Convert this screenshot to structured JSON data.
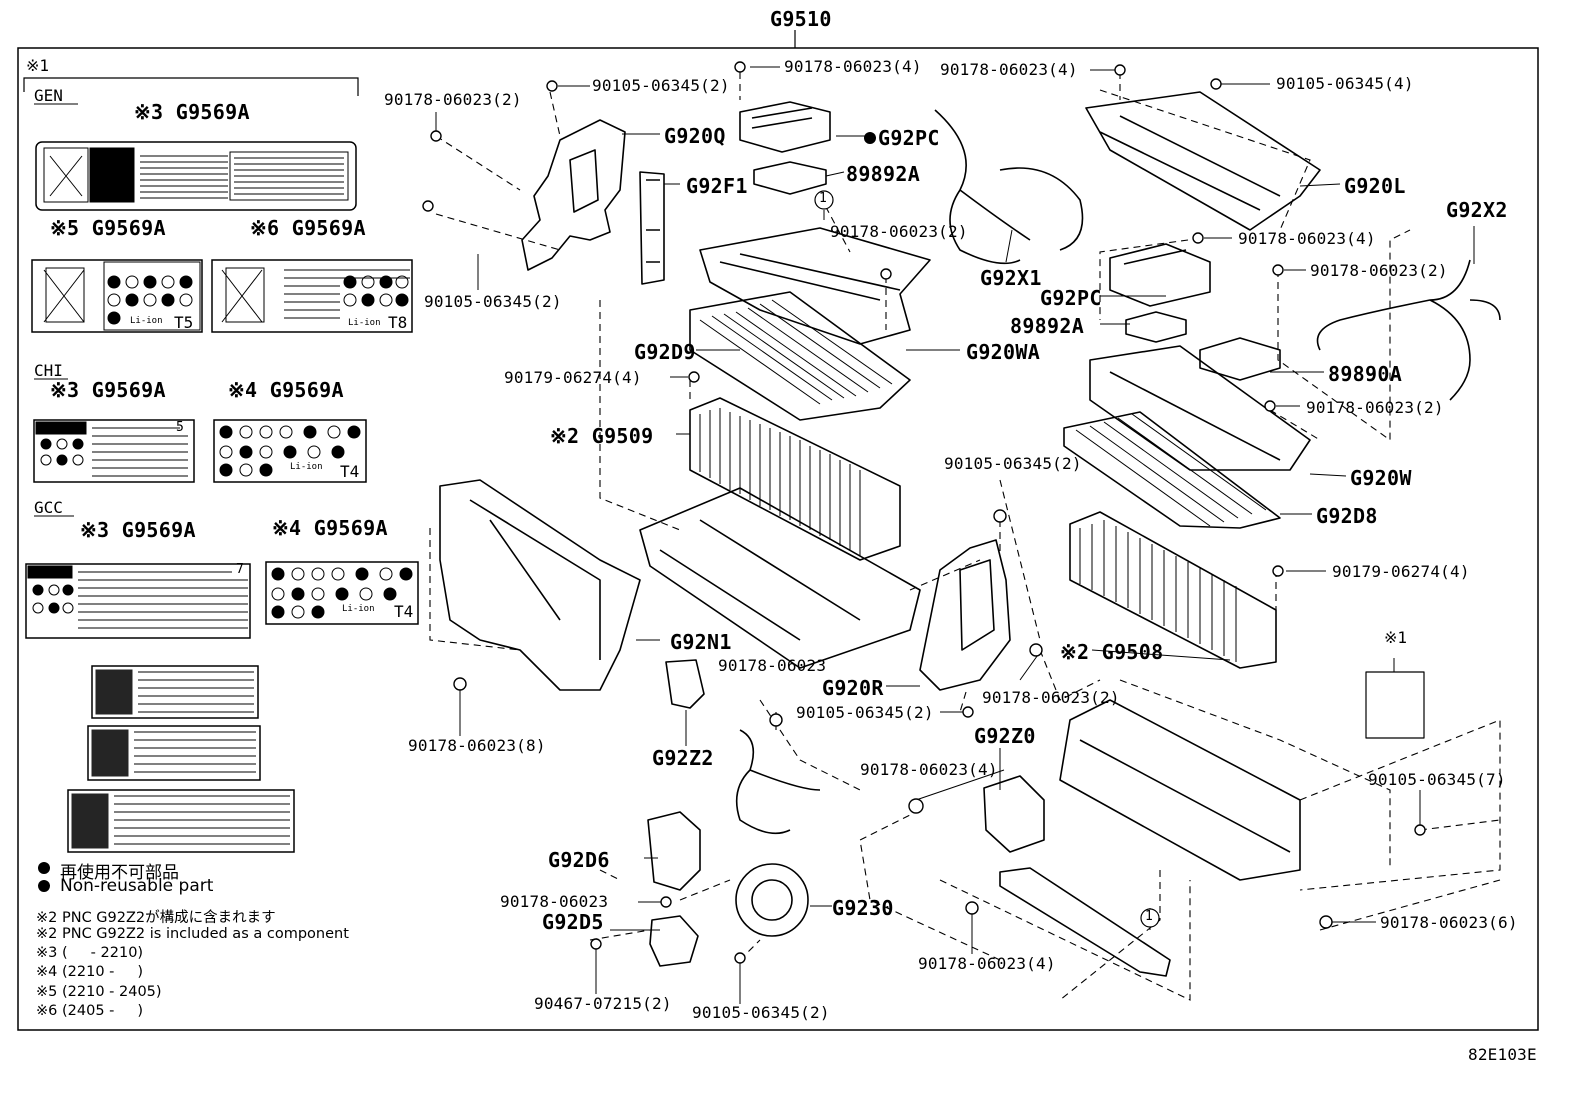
{
  "diagram": {
    "top_code": "G9510",
    "corner_ref": "82E103E",
    "group_marker": "※1",
    "marker_1": "※1",
    "circle_1": "1"
  },
  "label_panel": {
    "sections": [
      "GEN",
      "CHI",
      "GCC"
    ],
    "gen_label": "※3 G9569A",
    "gen_label_5": "※5 G9569A",
    "gen_label_6": "※6 G9569A",
    "chi_label_3": "※3 G9569A",
    "chi_label_4": "※4 G9569A",
    "gcc_label_3": "※3 G9569A",
    "gcc_label_4": "※4 G9569A",
    "tag_t5": "T5",
    "tag_t8": "T8",
    "tag_t4": "T4",
    "tag_5": "5",
    "tag_7": "7",
    "tag_li": "Li-ion"
  },
  "legend": {
    "non_reusable_jp": "再使用不可部品",
    "non_reusable_en": "Non-reusable part",
    "note2_jp": "※2 PNC G92Z2が構成に含まれます",
    "note2_en": "※2 PNC G92Z2 is included as a component",
    "note3": "※3 (     - 2210)",
    "note4": "※4 (2210 -     )",
    "note5": "※5 (2210 - 2405)",
    "note6": "※6 (2405 -     )"
  },
  "parts": {
    "p_90105_06345_2_a": "90105-06345(2)",
    "p_90178_06023_4_a": "90178-06023(4)",
    "p_90178_06023_4_b": "90178-06023(4)",
    "p_90105_06345_4": "90105-06345(4)",
    "p_90178_06023_2_a": "90178-06023(2)",
    "G920Q": "G920Q",
    "G92PC_a": "G92PC",
    "G92F1": "G92F1",
    "89892A_a": "89892A",
    "G920L": "G920L",
    "G92X2": "G92X2",
    "p_90178_06023_2_b": "90178-06023(2)",
    "p_90178_06023_4_c": "90178-06023(4)",
    "p_90105_06345_2_b": "90105-06345(2)",
    "G92X1": "G92X1",
    "p_90178_06023_2_c": "90178-06023(2)",
    "G92PC_b": "G92PC",
    "89892A_b": "89892A",
    "G92D9": "G92D9",
    "G920WA": "G920WA",
    "89890A": "89890A",
    "p_90179_06274_4_a": "90179-06274(4)",
    "p_90178_06023_2_d": "90178-06023(2)",
    "G9509": "※2 G9509",
    "p_90105_06345_2_c": "90105-06345(2)",
    "G920W": "G920W",
    "G92D8": "G92D8",
    "p_90179_06274_4_b": "90179-06274(4)",
    "G92N1": "G92N1",
    "G9508": "※2 G9508",
    "p_90178_06023_x": "90178-06023",
    "G920R": "G920R",
    "p_90178_06023_2_e": "90178-06023(2)",
    "p_90178_06023_8": "90178-06023(8)",
    "p_90105_06345_2_d": "90105-06345(2)",
    "G92Z0": "G92Z0",
    "G92Z2": "G92Z2",
    "p_90178_06023_4_d": "90178-06023(4)",
    "p_90105_06345_7": "90105-06345(7)",
    "G92D6": "G92D6",
    "p_90178_06023_y": "90178-06023",
    "G9230": "G9230",
    "G92D5": "G92D5",
    "p_90178_06023_6": "90178-06023(6)",
    "p_90178_06023_4_e": "90178-06023(4)",
    "p_90467_07215_2": "90467-07215(2)",
    "p_90105_06345_2_e": "90105-06345(2)"
  }
}
